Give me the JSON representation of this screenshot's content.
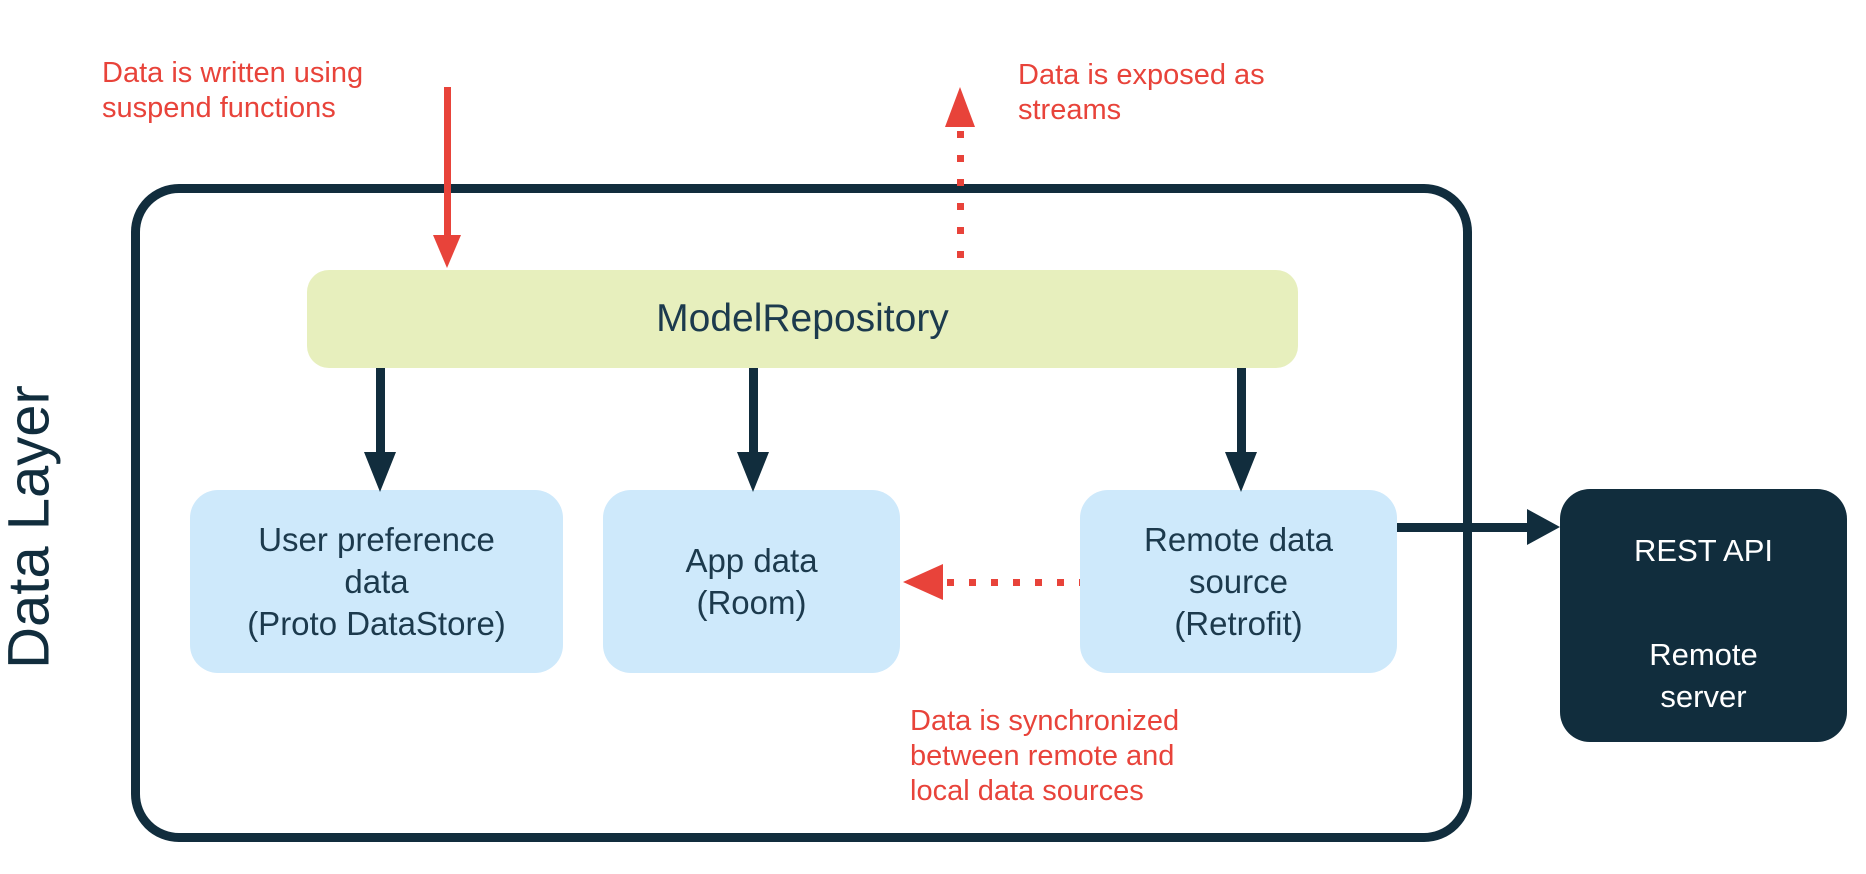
{
  "colors": {
    "navy": "#112d3d",
    "red": "#e8433a",
    "lime": "#e7efbd",
    "light_blue": "#cee9fb",
    "text_navy": "#1c3a4d",
    "white": "#ffffff"
  },
  "layer": {
    "label": "Data Layer"
  },
  "nodes": {
    "model_repository": {
      "label": "ModelRepository"
    },
    "user_preference": {
      "label": "User preference\ndata\n(Proto DataStore)"
    },
    "app_data": {
      "label": "App data\n(Room)"
    },
    "remote_data_source": {
      "label": "Remote data\nsource\n(Retrofit)"
    },
    "rest_api": {
      "title": "REST API",
      "subtitle": "Remote\nserver"
    }
  },
  "annotations": {
    "suspend": "Data is written using\nsuspend functions",
    "streams": "Data is exposed as\nstreams",
    "sync": "Data is synchronized\nbetween remote and\nlocal data sources"
  }
}
